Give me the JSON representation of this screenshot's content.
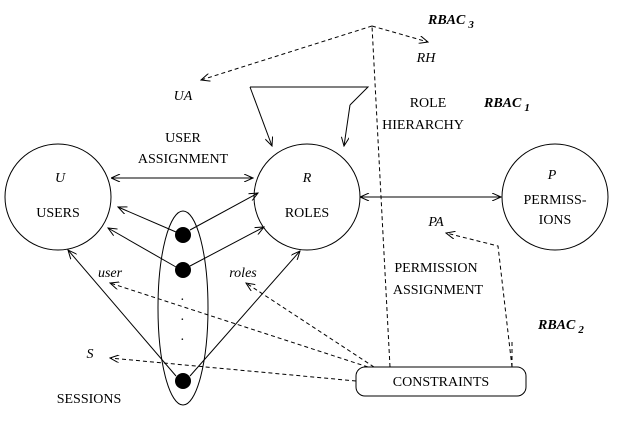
{
  "nodes": {
    "users": {
      "symbol": "U",
      "label": "USERS"
    },
    "roles": {
      "symbol": "R",
      "label": "ROLES"
    },
    "perms": {
      "symbol": "P",
      "label_line1": "PERMISS-",
      "label_line2": "IONS"
    },
    "sessions": {
      "symbol": "S",
      "label": "SESSIONS"
    },
    "constraints": {
      "label": "CONSTRAINTS"
    }
  },
  "relations": {
    "user_assignment_line1": "USER",
    "user_assignment_line2": "ASSIGNMENT",
    "role_hierarchy_line1": "ROLE",
    "role_hierarchy_line2": "HIERARCHY",
    "permission_assignment_line1": "PERMISSION",
    "permission_assignment_line2": "ASSIGNMENT",
    "ua": "UA",
    "rh": "RH",
    "pa": "PA",
    "user_fn": "user",
    "roles_fn": "roles"
  },
  "models": {
    "rbac1": {
      "name": "RBAC",
      "sub": "1"
    },
    "rbac2": {
      "name": "RBAC",
      "sub": "2"
    },
    "rbac3": {
      "name": "RBAC",
      "sub": "3"
    }
  },
  "session_dots": {
    "ellipsis": "·"
  }
}
